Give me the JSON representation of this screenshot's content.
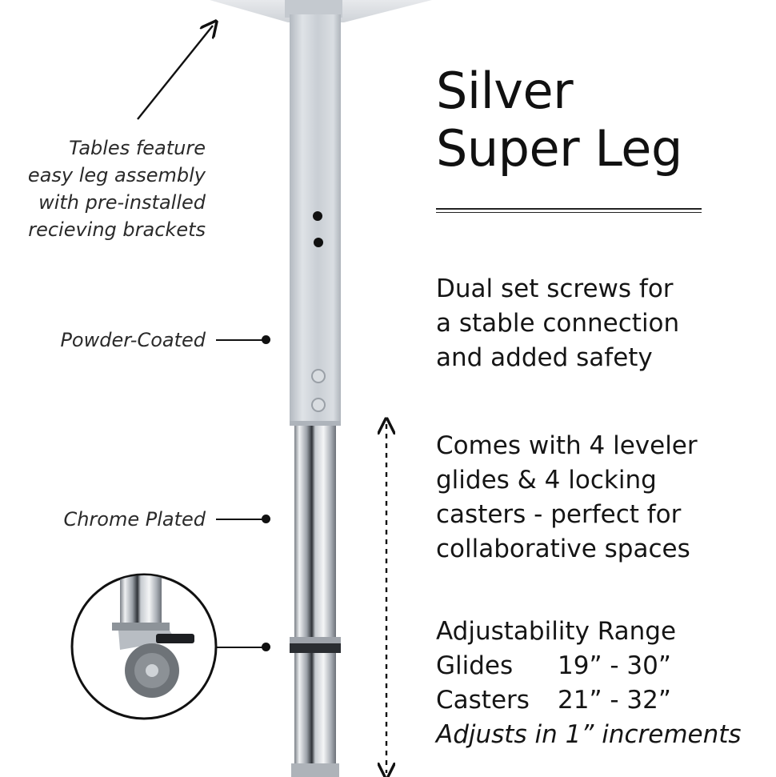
{
  "title": "Silver\nSuper Leg",
  "features": [
    [
      "Dual set screws for",
      "a stable connection",
      "and added safety"
    ],
    [
      "Comes with 4 leveler",
      "glides & 4 locking",
      "casters - perfect for",
      "collaborative spaces"
    ]
  ],
  "adjustability": {
    "heading": "Adjustability Range",
    "rows": [
      {
        "label": "Glides",
        "value": "19” - 30”"
      },
      {
        "label": "Casters",
        "value": "21” - 32”"
      }
    ],
    "note": "Adjusts in 1” increments"
  },
  "callouts": {
    "assembly": [
      "Tables feature",
      "easy leg assembly",
      "with pre-installed",
      "recieving brackets"
    ],
    "powder": "Powder-Coated",
    "chrome": "Chrome Plated"
  },
  "colors": {
    "text": "#111111",
    "powder_coat": "#c9ced4",
    "chrome": "#b9bec4"
  }
}
